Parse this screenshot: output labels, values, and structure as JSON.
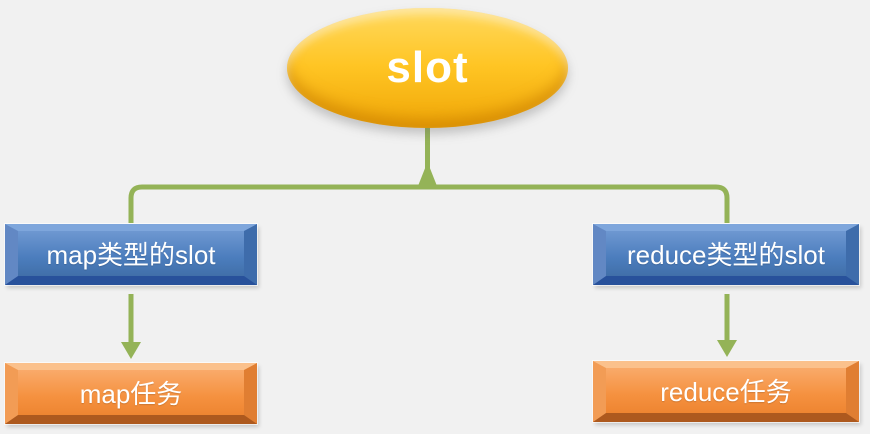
{
  "diagram": {
    "root": {
      "label": "slot"
    },
    "branches": [
      {
        "slot": {
          "label": "map类型的slot"
        },
        "task": {
          "label": "map任务"
        }
      },
      {
        "slot": {
          "label": "reduce类型的slot"
        },
        "task": {
          "label": "reduce任务"
        }
      }
    ]
  },
  "colors": {
    "background": "#f1f1f1",
    "connector_green": "#94b357",
    "ellipse_top": "#ffd95e",
    "ellipse_mid": "#ffc524",
    "ellipse_bottom": "#f0a707",
    "blue_bevel_light": "#7ea6dc",
    "blue_bevel_dark": "#28519b",
    "orange_bevel_light": "#fbc18c",
    "orange_bevel_dark": "#ad591e",
    "text": "#ffffff"
  }
}
